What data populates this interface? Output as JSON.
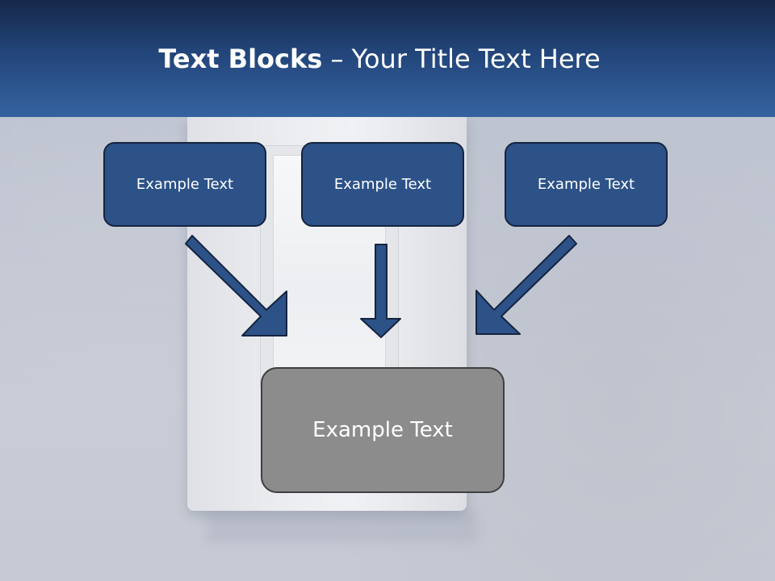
{
  "header": {
    "title_bold": "Text Blocks",
    "title_rest": " – Your Title Text Here"
  },
  "boxes": {
    "top": [
      {
        "label": "Example Text"
      },
      {
        "label": "Example Text"
      },
      {
        "label": "Example Text"
      }
    ],
    "bottom": {
      "label": "Example Text"
    }
  },
  "colors": {
    "header_dark": "#16284a",
    "header_light": "#3563a0",
    "box_blue": "#2c5288",
    "box_border": "#15243f",
    "box_gray": "#8c8c8c",
    "arrow_fill": "#2c5288"
  }
}
